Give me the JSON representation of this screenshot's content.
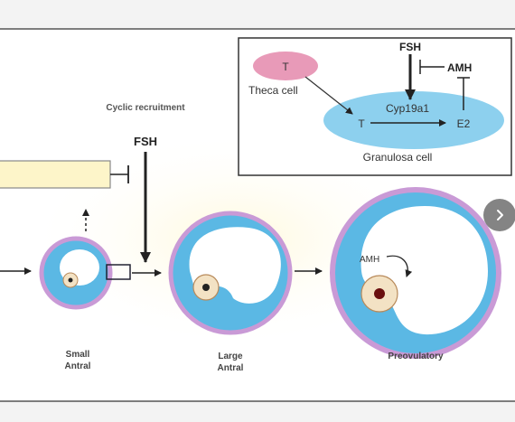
{
  "diagram": {
    "inset": {
      "fsh": "FSH",
      "amh": "AMH",
      "theca_t": "T",
      "theca_label": "Theca cell",
      "granulosa_t": "T",
      "cyp": "Cyp19a1",
      "e2": "E2",
      "granulosa_label": "Granulosa cell"
    },
    "cyclic_recruitment": "Cyclic recruitment",
    "fsh_main": "FSH",
    "amh_follicle": "AMH",
    "stages": [
      {
        "line1": "Small",
        "line2": "Antral"
      },
      {
        "line1": "Large",
        "line2": "Antral"
      },
      {
        "line1": "Preovulatory",
        "line2": ""
      }
    ]
  },
  "colors": {
    "follicle_fill": "#5bb8e4",
    "follicle_ring": "#c99ad6",
    "granulosa_fill": "#8dd0ee",
    "theca_fill": "#e89ab8",
    "inhibition_bar": "#fdf5c9"
  },
  "icons": {
    "next": "chevron-right-icon"
  }
}
